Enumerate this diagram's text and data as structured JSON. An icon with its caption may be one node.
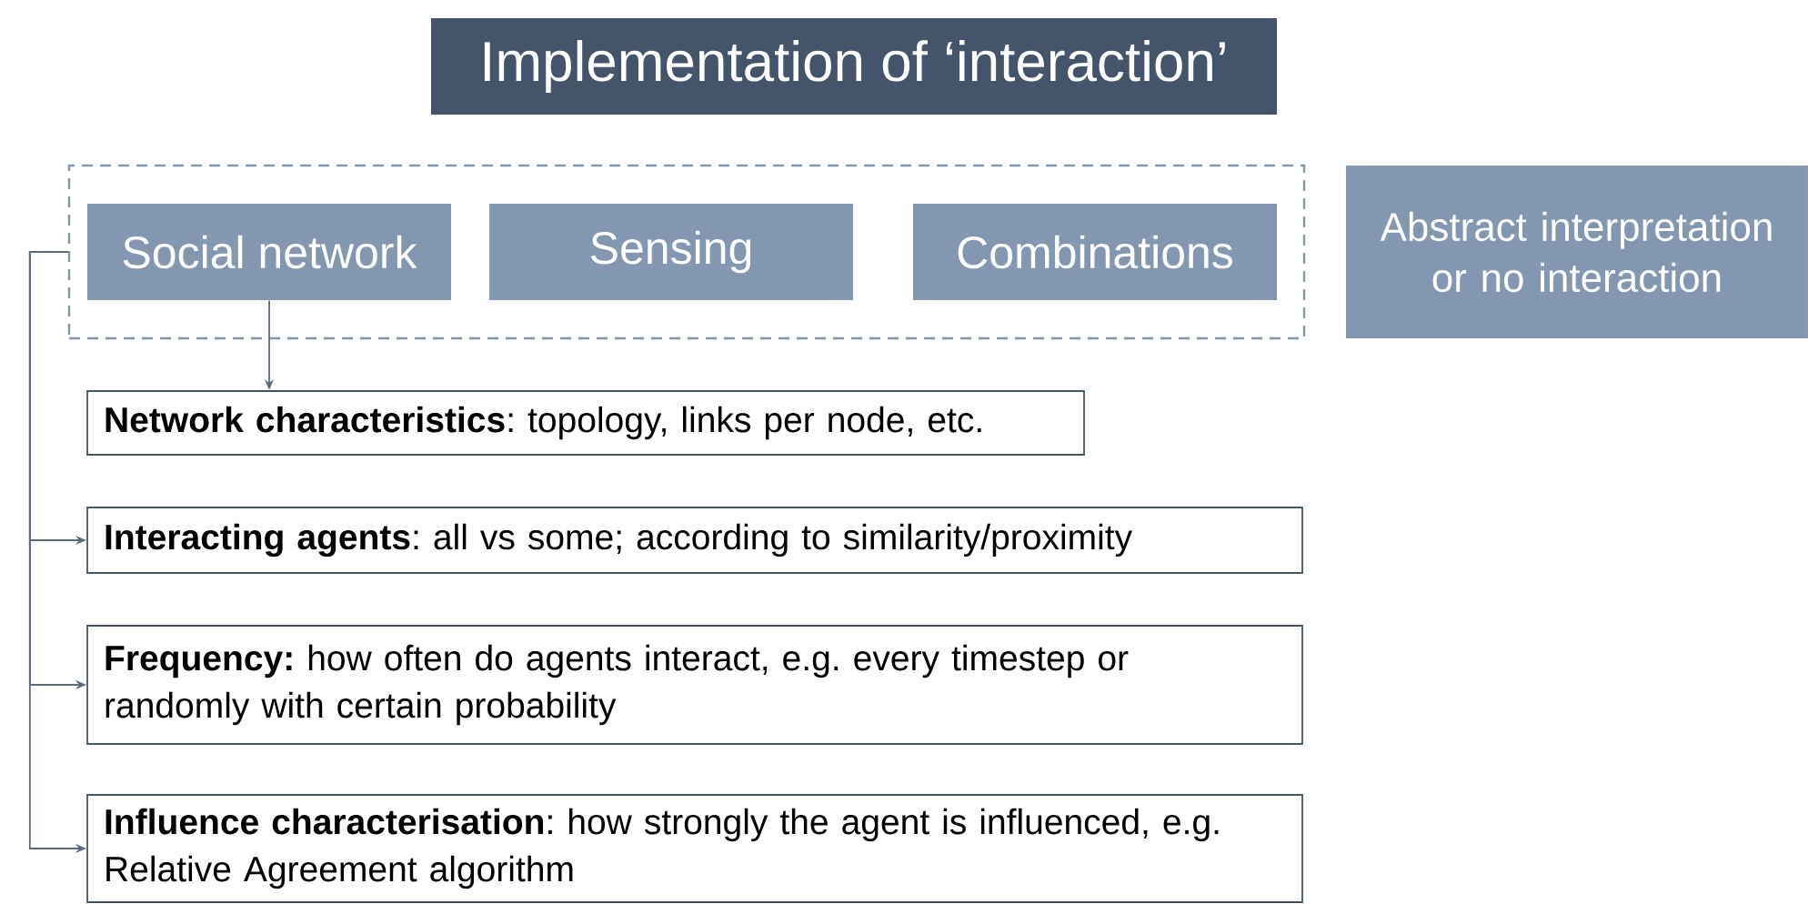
{
  "diagram": {
    "title": "Implementation of ‘interaction’",
    "nodes": [
      {
        "text": [],
        "shape": "box"
      },
      {
        "text": [
          "Social network"
        ],
        "in": 0
      },
      {
        "text": [
          "Sensing"
        ],
        "in": 0
      },
      {
        "text": [
          "Combinations"
        ],
        "in": 0
      },
      {
        "text": [
          "Abstract interpretation or no interaction"
        ]
      },
      {
        "text": [
          "**Network characteristics**: topology, links per node, etc."
        ]
      },
      {
        "text": [
          "**Interacting agents**: all vs some; according to similarity/proximity"
        ]
      },
      {
        "text": [
          "**Frequency:** how often do agents interact, e.g. every timestep or randomly with certain probability"
        ]
      },
      {
        "text": [
          "**Influence characterisation**: how strongly the agent is influenced, e.g. Relative Agreement algorithm"
        ]
      }
    ],
    "edges": [
      {
        "from": 1,
        "to": 5,
        "arrow": "to"
      },
      {
        "from": 0,
        "to": 6,
        "arrow": "to"
      },
      {
        "from": 0,
        "to": 7,
        "arrow": "to"
      },
      {
        "from": 0,
        "to": 8,
        "arrow": "to"
      }
    ]
  }
}
